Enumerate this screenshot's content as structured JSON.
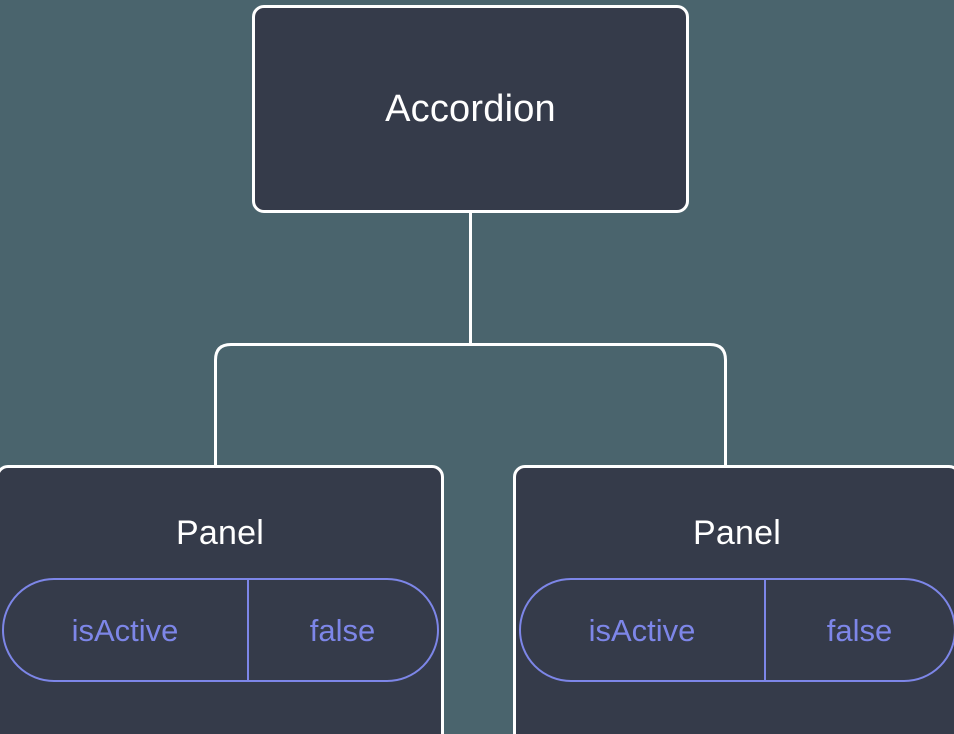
{
  "diagram": {
    "type": "component-tree",
    "background_color": "#4a646d",
    "node_fill_color": "#353b4a",
    "node_border_color": "#ffffff",
    "edge_color": "#ffffff",
    "prop_accent_color": "#7d86e8",
    "root": {
      "title": "Accordion"
    },
    "children": [
      {
        "title": "Panel",
        "prop": {
          "key": "isActive",
          "value": "false"
        }
      },
      {
        "title": "Panel",
        "prop": {
          "key": "isActive",
          "value": "false"
        }
      }
    ]
  }
}
